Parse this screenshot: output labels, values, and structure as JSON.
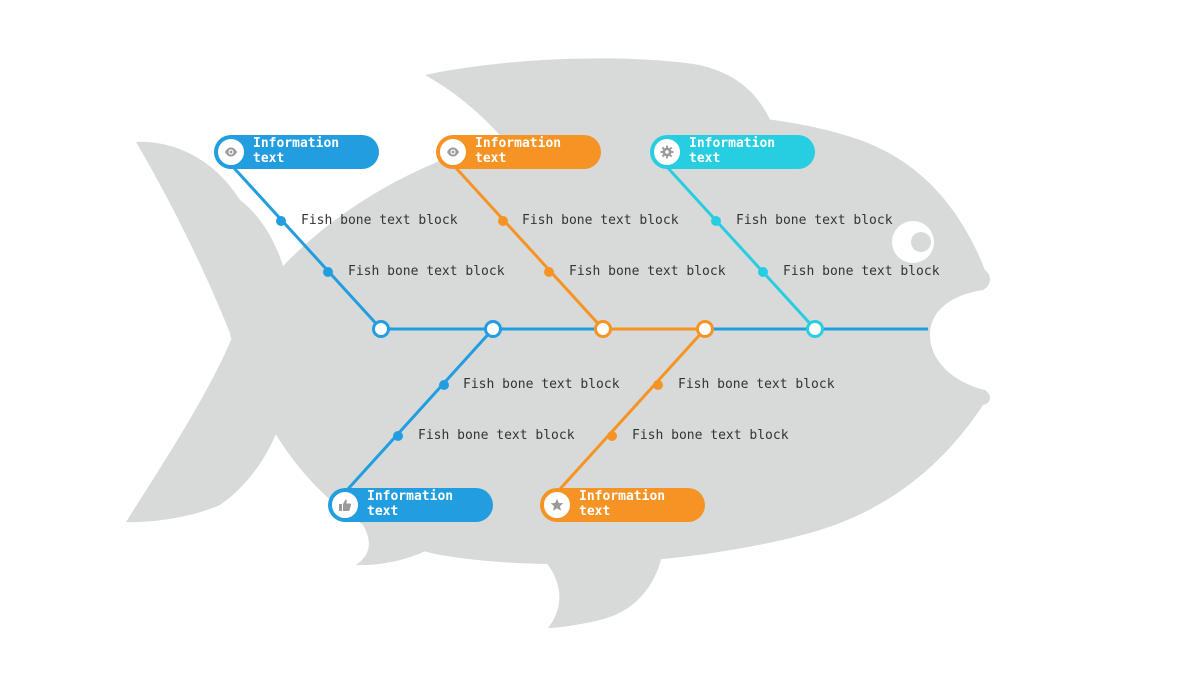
{
  "diagram": {
    "bone_text": "Fish bone text block",
    "info_line1": "Information",
    "info_line2": "text",
    "colors": {
      "blue": "#229ee0",
      "orange": "#f59324",
      "cyan": "#27cde0",
      "fish_body": "#d8dad9",
      "eye_white": "#ffffff",
      "icon_gray": "#9a9a9a",
      "text": "#333333"
    },
    "top_labels": [
      {
        "id": "top-1",
        "color": "blue",
        "icon": "eye-icon"
      },
      {
        "id": "top-2",
        "color": "orange",
        "icon": "eye-icon"
      },
      {
        "id": "top-3",
        "color": "cyan",
        "icon": "gear-icon"
      }
    ],
    "bottom_labels": [
      {
        "id": "bottom-1",
        "color": "blue",
        "icon": "thumbs-up-icon"
      },
      {
        "id": "bottom-2",
        "color": "orange",
        "icon": "star-icon"
      }
    ]
  }
}
